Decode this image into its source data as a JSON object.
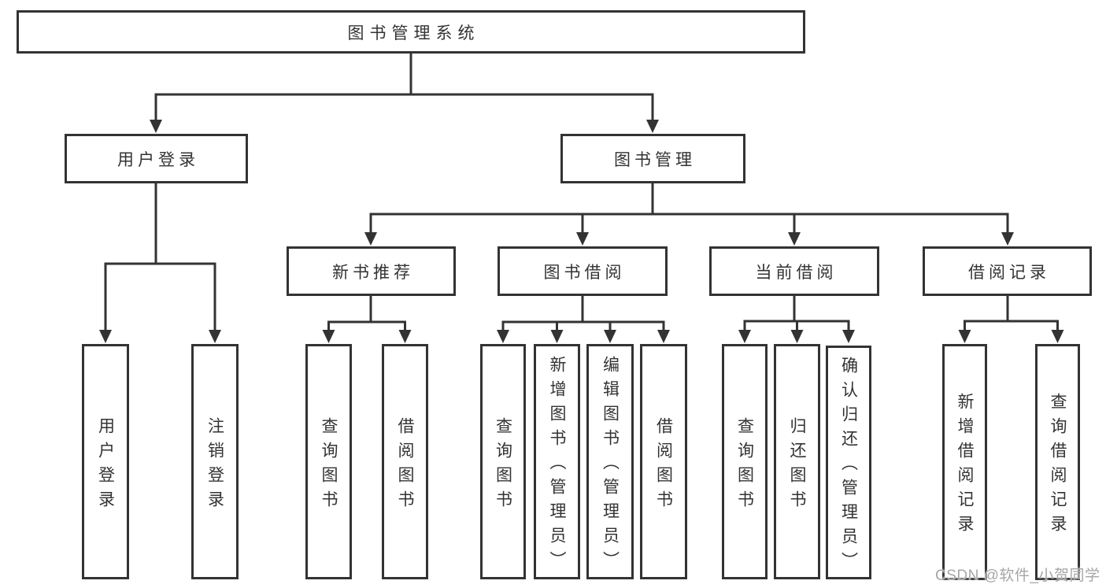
{
  "nodes": {
    "root": "图书管理系统",
    "user_login": "用户登录",
    "book_mgmt": "图书管理",
    "new_book_rec": "新书推荐",
    "book_borrow": "图书借阅",
    "current_borrow": "当前借阅",
    "borrow_records": "借阅记录",
    "leaf_user_login": "用户登录",
    "leaf_logout": "注销登录",
    "nbr_query_books": "查询图书",
    "nbr_borrow_books": "借阅图书",
    "bb_query_books": "查询图书",
    "bb_add_books": "新增图书（管理员）",
    "bb_edit_books": "编辑图书（管理员）",
    "bb_borrow_books": "借阅图书",
    "cb_query_books": "查询图书",
    "cb_return_books": "归还图书",
    "cb_confirm_return": "确认归还（管理员）",
    "br_add_record": "新增借阅记录",
    "br_query_record": "查询借阅记录"
  },
  "watermark": "CSDN @软件_小贺同学",
  "colors": {
    "line": "#333333",
    "box_border": "#333333",
    "text": "#333333",
    "watermark": "#a6a6a6",
    "background": "#ffffff"
  }
}
